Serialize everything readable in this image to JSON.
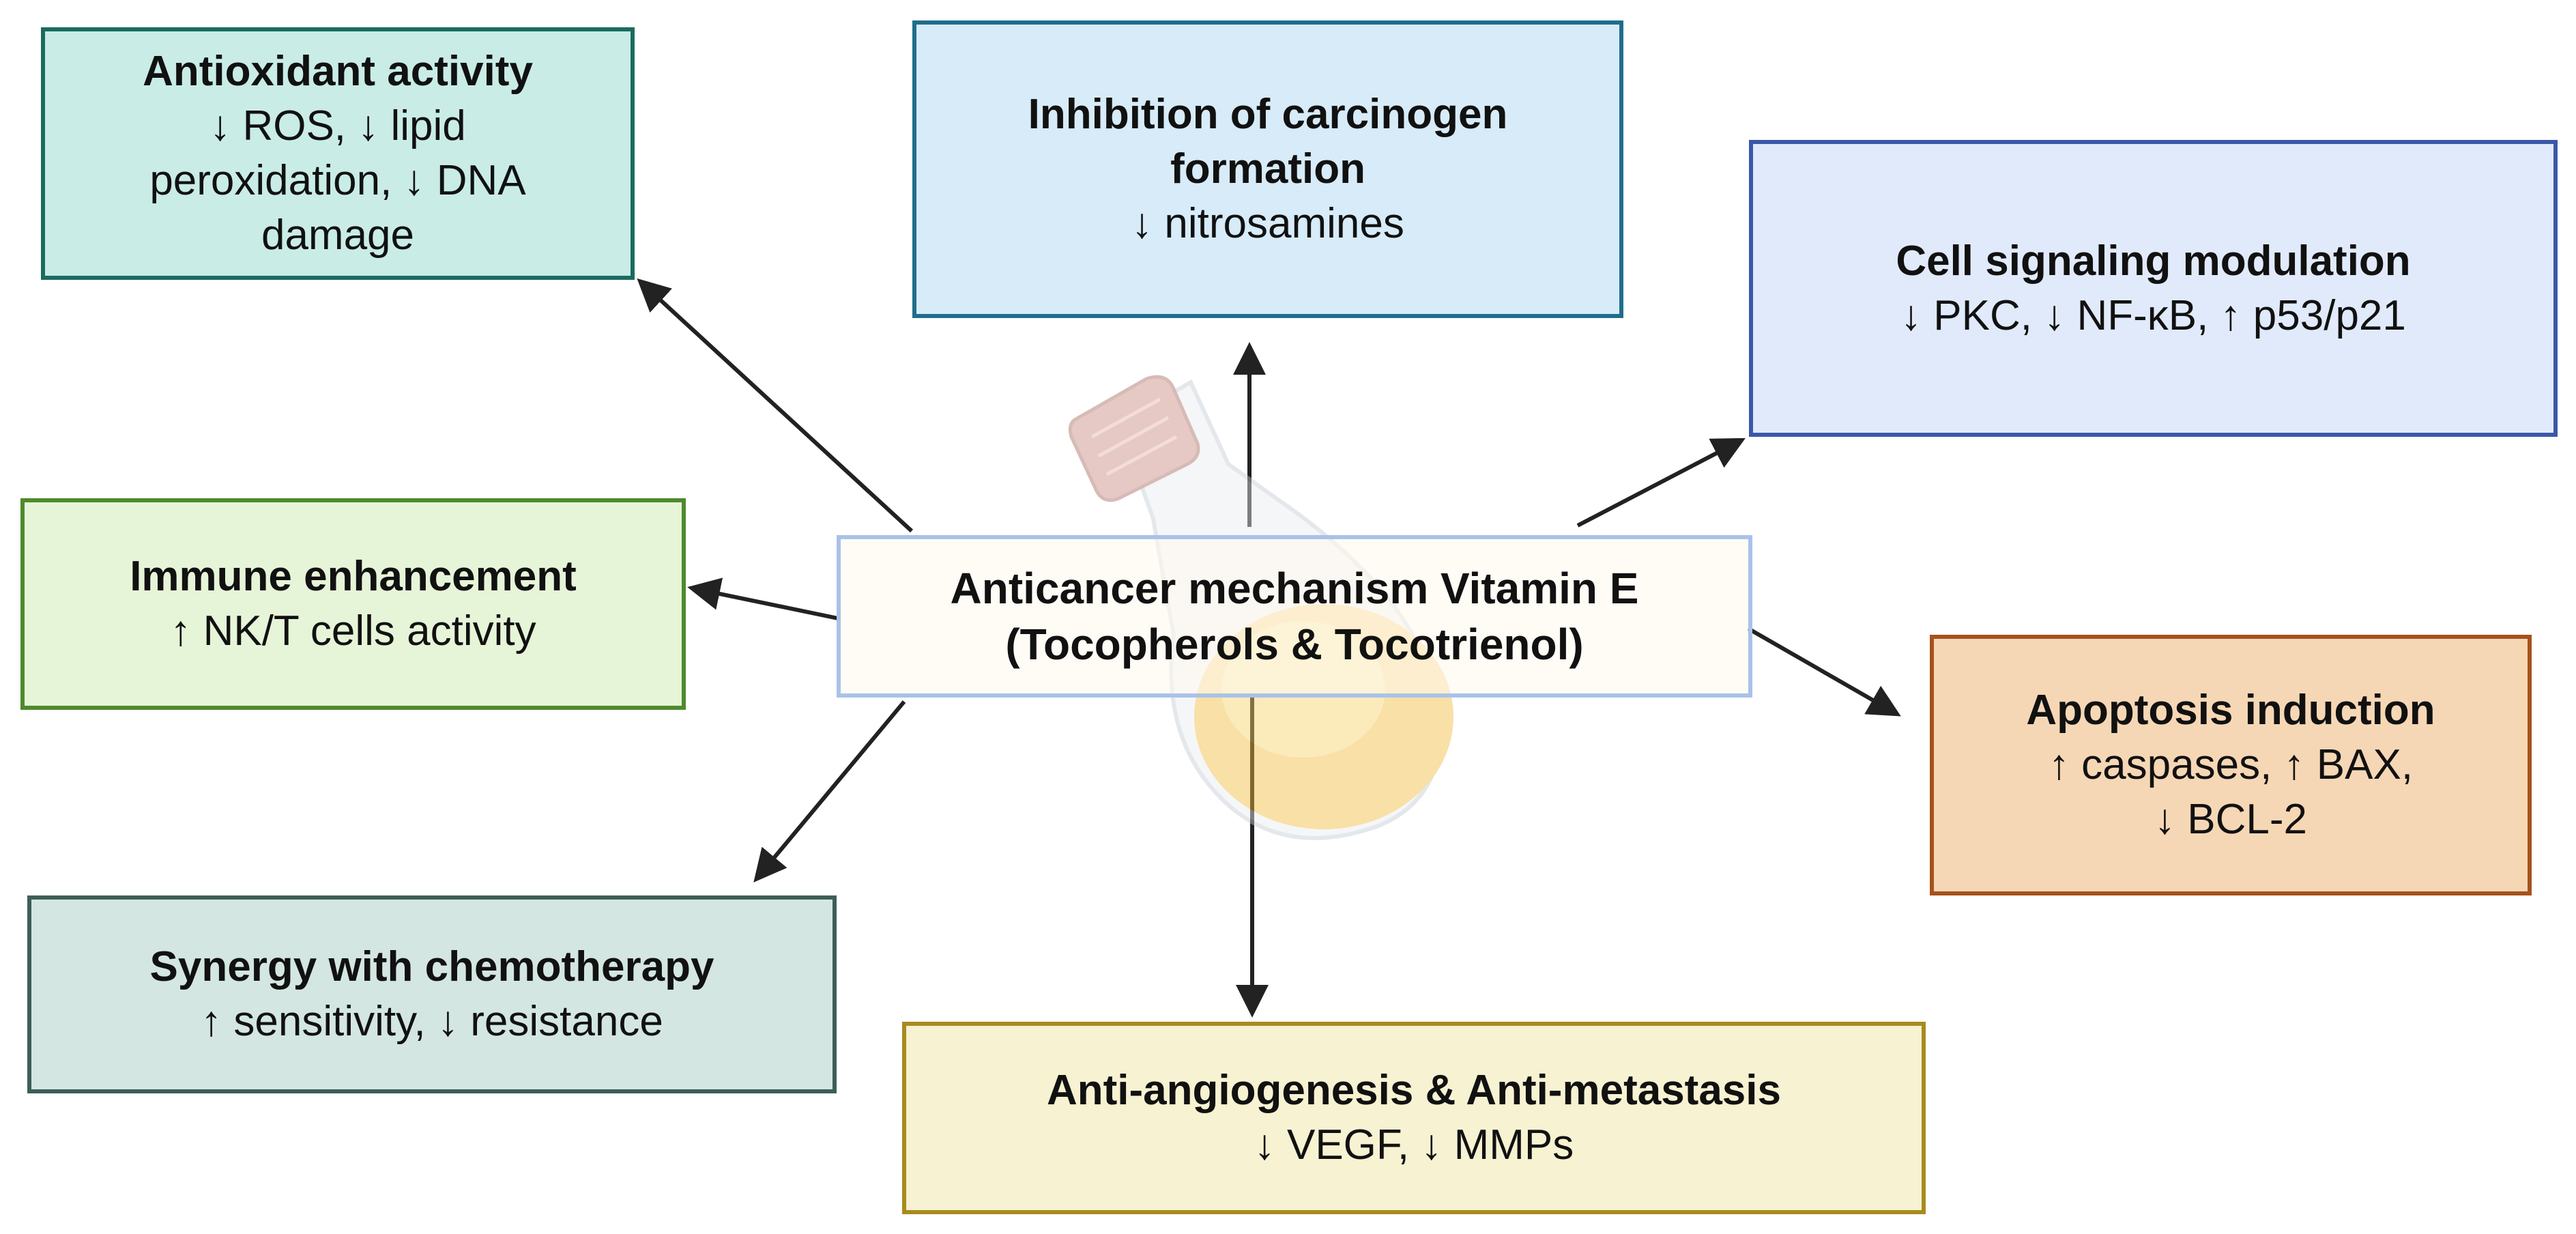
{
  "colors": {
    "arrow": "#222222",
    "antioxidant_fill": "#c9ece6",
    "antioxidant_border": "#1b6b5e",
    "carcinogen_fill": "#d7ebf8",
    "carcinogen_border": "#1f6d8c",
    "signaling_fill": "#e1eafb",
    "signaling_border": "#3b58a8",
    "immune_fill": "#e6f4d8",
    "immune_border": "#4e8a2c",
    "apoptosis_fill": "#f6d7b5",
    "apoptosis_border": "#a5521c",
    "synergy_fill": "#d3e6e2",
    "synergy_border": "#3e5e58",
    "angiogenesis_fill": "#f6f2d2",
    "angiogenesis_border": "#a88b1e",
    "center_border": "#a9c2e8"
  },
  "center": {
    "line1": "Anticancer mechanism Vitamin E",
    "line2": "(Tocopherols & Tocotrienol)",
    "background_icon": "oil-bottle-icon"
  },
  "boxes": {
    "antioxidant": {
      "title": "Antioxidant activity",
      "detail_lines": [
        "↓ ROS, ↓ lipid",
        "peroxidation, ↓ DNA",
        "damage"
      ]
    },
    "carcinogen": {
      "title_lines": [
        "Inhibition of carcinogen",
        "formation"
      ],
      "detail": "↓ nitrosamines"
    },
    "signaling": {
      "title": "Cell signaling modulation",
      "detail": "↓ PKC, ↓ NF-κB, ↑ p53/p21"
    },
    "immune": {
      "title": "Immune enhancement",
      "detail": "↑ NK/T cells activity"
    },
    "apoptosis": {
      "title": "Apoptosis induction",
      "detail_lines": [
        "↑ caspases, ↑ BAX,",
        "↓ BCL-2"
      ]
    },
    "synergy": {
      "title": "Synergy with chemotherapy",
      "detail": "↑ sensitivity, ↓ resistance"
    },
    "angiogenesis": {
      "title": "Anti-angiogenesis & Anti-metastasis",
      "detail": "↓ VEGF, ↓ MMPs"
    }
  }
}
